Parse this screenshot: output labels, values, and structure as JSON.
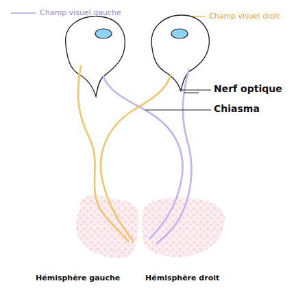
{
  "diagram": {
    "labels": [
      "Nerf optique",
      "Chiasma",
      "Hémisphère gauche",
      "Hémisphère droit"
    ],
    "legend": [
      {
        "text": "Champ visuel gauche"
      },
      {
        "text": "Champ visuel droit"
      }
    ]
  }
}
